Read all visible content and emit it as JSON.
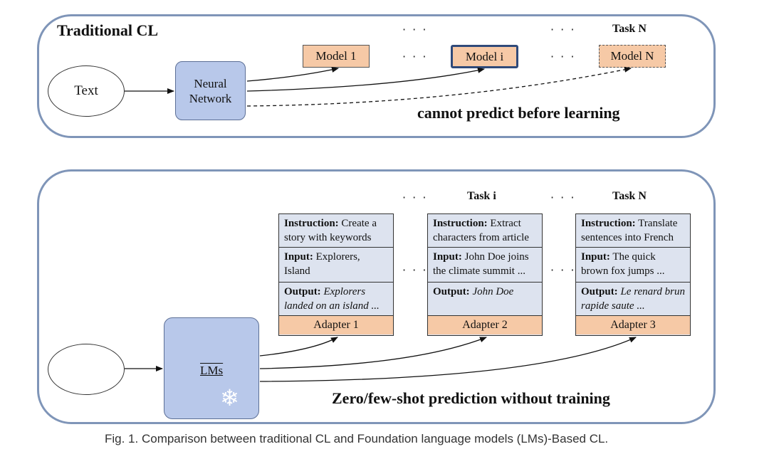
{
  "top_panel": {
    "title": "Traditional CL",
    "input_label": "Text",
    "network_label": "Neural Network",
    "dots": "· · ·",
    "task_n": "Task N",
    "models": [
      "Model 1",
      "Model i",
      "Model N"
    ],
    "note": "cannot predict before learning"
  },
  "bottom_panel": {
    "dots": "· · ·",
    "task_i": "Task i",
    "task_n": "Task N",
    "lms_label": "LMs",
    "snow_icon": "❄",
    "note": "Zero/few-shot prediction without training",
    "adapters": [
      {
        "instruction_key": "Instruction:",
        "instruction": "Create a story with keywords",
        "input_key": "Input:",
        "input": "Explorers, Island",
        "output_key": "Output:",
        "output": "Explorers landed on an island ...",
        "name": "Adapter 1"
      },
      {
        "instruction_key": "Instruction:",
        "instruction": "Extract characters from article",
        "input_key": "Input:",
        "input": "John Doe joins the climate summit ...",
        "output_key": "Output:",
        "output": "John Doe",
        "name": "Adapter 2"
      },
      {
        "instruction_key": "Instruction:",
        "instruction": "Translate sentences into French",
        "input_key": "Input:",
        "input": "The quick brown fox jumps ...",
        "output_key": "Output:",
        "output": "Le renard brun rapide saute ...",
        "name": "Adapter 3"
      }
    ]
  },
  "caption": "Fig. 1. Comparison between traditional CL and Foundation language models (LMs)-Based CL."
}
